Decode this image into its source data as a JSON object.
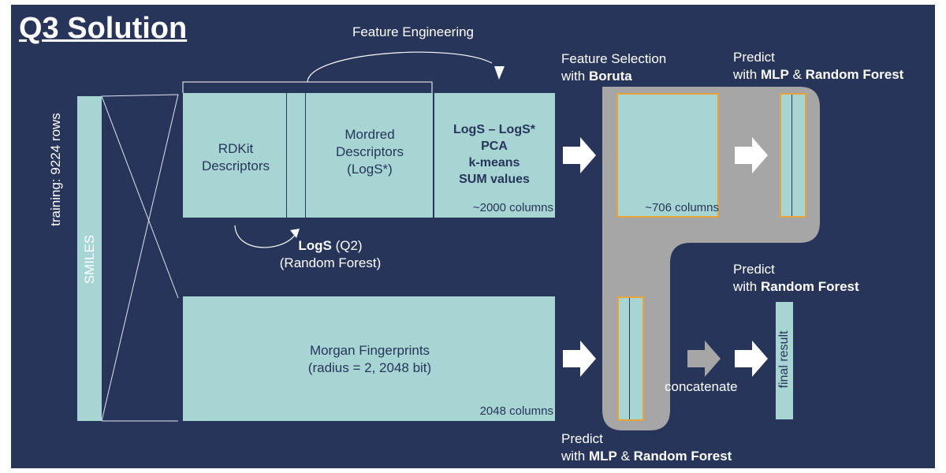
{
  "title": "Q3 Solution",
  "feature_engineering": "Feature Engineering",
  "training_label": "training: 9224 rows",
  "smiles_label": "SMILES",
  "rdkit_label_1": "RDKit",
  "rdkit_label_2": "Descriptors",
  "mordred_label_1": "Mordred",
  "mordred_label_2": "Descriptors",
  "mordred_label_3": "(LogS*)",
  "eng_line_1": "LogS – LogS*",
  "eng_line_2": "PCA",
  "eng_line_3": "k-means",
  "eng_line_4": "SUM values",
  "cols_2000": "~2000 columns",
  "logs_bold": "LogS",
  "logs_rest": " (Q2)",
  "logs_rf": "(Random Forest)",
  "morgan_line_1": "Morgan Fingerprints",
  "morgan_line_2": "(radius = 2, 2048 bit)",
  "cols_2048": "2048 columns",
  "fs_line_1": "Feature Selection",
  "fs_with": "with ",
  "fs_boruta": "Boruta",
  "cols_706": "~706 columns",
  "predict_top_1": "Predict",
  "predict_top_with": "with ",
  "predict_top_mlp": "MLP",
  "predict_top_amp": " & ",
  "predict_top_rf": "Random Forest",
  "predict_right_1": "Predict",
  "predict_right_with": "with ",
  "predict_right_rf": "Random Forest",
  "concatenate": "concatenate",
  "final_result": "final result",
  "predict_bottom_1": "Predict",
  "predict_bottom_with": "with ",
  "predict_bottom_mlp": "MLP",
  "predict_bottom_amp": " & ",
  "predict_bottom_rf": "Random Forest",
  "colors": {
    "background": "#27355a",
    "teal": "#a7d5d4",
    "gray_region": "#a6a6a6",
    "orange_border": "#e8a33a"
  }
}
